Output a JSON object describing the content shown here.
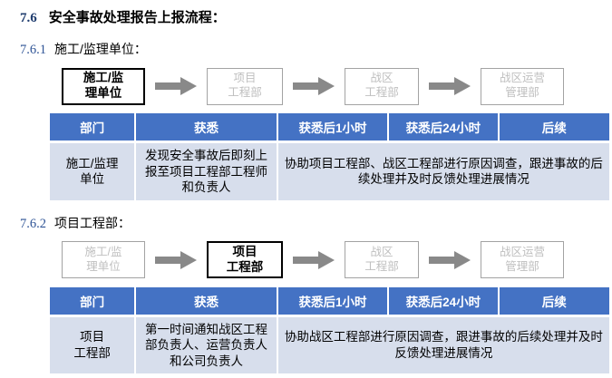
{
  "heading": {
    "number": "7.6",
    "title": "安全事故处理报告上报流程："
  },
  "sections": [
    {
      "number": "7.6.1",
      "title": "施工/监理单位：",
      "flow": {
        "nodes": [
          {
            "label": [
              "施工/监",
              "理单位"
            ],
            "active": true
          },
          {
            "label": [
              "项目",
              "工程部"
            ],
            "active": false
          },
          {
            "label": [
              "战区",
              "工程部"
            ],
            "active": false
          },
          {
            "label": [
              "战区运营",
              "管理部"
            ],
            "active": false
          }
        ]
      },
      "table": {
        "headers": [
          "部门",
          "获悉",
          "获悉后1小时",
          "获悉后24小时",
          "后续"
        ],
        "row": {
          "department": [
            "施工/监理",
            "单位"
          ],
          "on_learning": "发现安全事故后即刻上报至项目工程部工程师和负责人",
          "followup": "协助项目工程部、战区工程部进行原因调查，跟进事故的后续处理并及时反馈处理进展情况"
        }
      }
    },
    {
      "number": "7.6.2",
      "title": "项目工程部：",
      "flow": {
        "nodes": [
          {
            "label": [
              "施工/监",
              "理单位"
            ],
            "active": false
          },
          {
            "label": [
              "项目",
              "工程部"
            ],
            "active": true
          },
          {
            "label": [
              "战区",
              "工程部"
            ],
            "active": false
          },
          {
            "label": [
              "战区运营",
              "管理部"
            ],
            "active": false
          }
        ]
      },
      "table": {
        "headers": [
          "部门",
          "获悉",
          "获悉后1小时",
          "获悉后24小时",
          "后续"
        ],
        "row": {
          "department": [
            "项目",
            "工程部"
          ],
          "on_learning": "第一时间通知战区工程部负责人、运营负责人和公司负责人",
          "followup": "协助战区工程部进行原因调查，跟进事故的后续处理并及时反馈处理进展情况"
        }
      }
    }
  ],
  "colors": {
    "table_header_bg": "#4472c4",
    "table_body_bg": "#d7deec",
    "heading_number": "#2f5496",
    "active_node_border": "#000000",
    "inactive_node_gray": "#bfbfbf",
    "arrow_gray": "#898989"
  }
}
